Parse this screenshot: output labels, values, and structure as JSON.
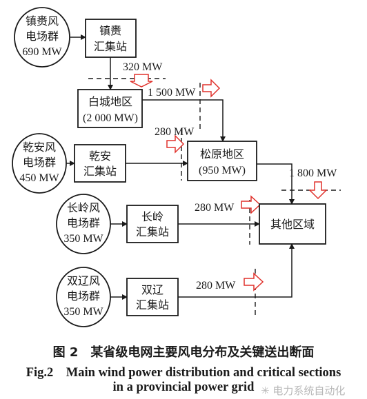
{
  "farms": {
    "zhenlai": {
      "l1": "镇赉风",
      "l2": "电场群",
      "l3": "690 MW"
    },
    "qianan": {
      "l1": "乾安风",
      "l2": "电场群",
      "l3": "450 MW"
    },
    "changling": {
      "l1": "长岭风",
      "l2": "电场群",
      "l3": "350 MW"
    },
    "shuangliao": {
      "l1": "双辽风",
      "l2": "电场群",
      "l3": "350 MW"
    }
  },
  "stations": {
    "zhenlai": {
      "l1": "镇赉",
      "l2": "汇集站"
    },
    "qianan": {
      "l1": "乾安",
      "l2": "汇集站"
    },
    "changling": {
      "l1": "长岭",
      "l2": "汇集站"
    },
    "shuangliao": {
      "l1": "双辽",
      "l2": "汇集站"
    }
  },
  "regions": {
    "baicheng": {
      "l1": "白城地区",
      "l2": "(2 000 MW)"
    },
    "songyuan": {
      "l1": "松原地区",
      "l2": "(950 MW)"
    },
    "other": {
      "l1": "其他区域"
    }
  },
  "flows": {
    "zhenlai_baicheng": "320 MW",
    "baicheng_songyuan": "1 500 MW",
    "qianan_songyuan": "280 MW",
    "songyuan_other": "1 800 MW",
    "changling_other": "280 MW",
    "shuangliao_other": "280 MW"
  },
  "caption": {
    "cn": "图 2　某省级电网主要风电分布及关键送出断面",
    "en_line1": "Fig.2　Main wind power distribution and critical sections",
    "en_line2": "in a provincial power grid"
  },
  "watermark": "电力系统自动化",
  "colors": {
    "line": "#1a1a1a",
    "section_arrow": "#e0312b"
  },
  "icons": {
    "section_arrow": "hollow-right-arrow",
    "section_arrow_down": "hollow-down-arrow"
  }
}
